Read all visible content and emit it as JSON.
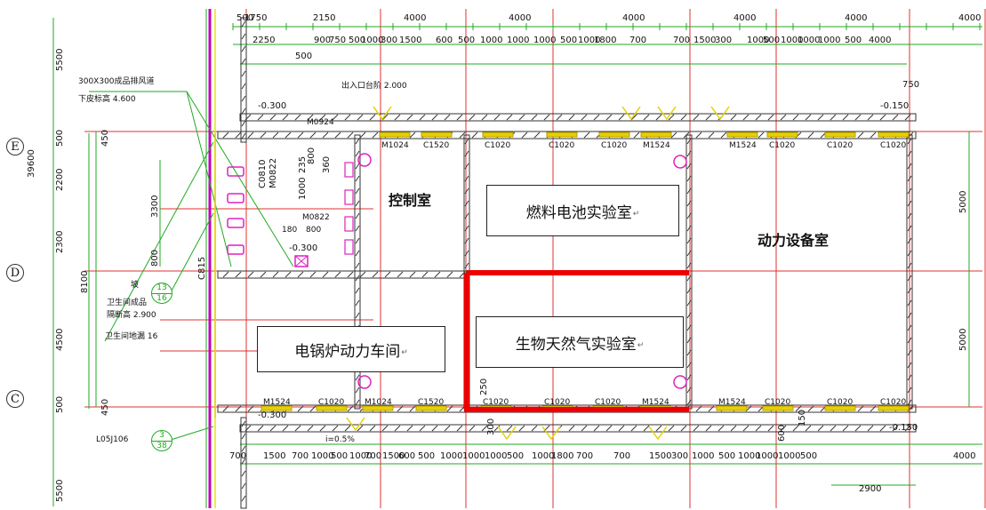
{
  "drawing": {
    "rooms": {
      "control": "控制室",
      "fuel_cell": "燃料电池实验室",
      "power_equipment": "动力设备室",
      "boiler": "电锅炉动力车间",
      "biogas": "生物天然气实验室"
    },
    "axes": {
      "e": "E",
      "d": "D",
      "c": "C"
    },
    "top_dims_row1": [
      "500",
      "1750",
      "2150",
      "4000",
      "4000",
      "4000",
      "4000",
      "4000",
      "4000"
    ],
    "top_dims_row2": [
      "2250",
      "900",
      "750",
      "500",
      "1000",
      "300",
      "1500",
      "600",
      "500",
      "1000",
      "1000",
      "1000",
      "500",
      "1000",
      "1800",
      "700",
      "700",
      "1500",
      "300",
      "1000",
      "500",
      "1000",
      "1000",
      "1000",
      "500",
      "4000"
    ],
    "top_dim_extra": "500",
    "bottom_dims": [
      "700",
      "1500",
      "700",
      "1000",
      "500",
      "1000",
      "700",
      "1500",
      "600",
      "500",
      "1000",
      "1000",
      "1000",
      "500",
      "1000",
      "1800",
      "700",
      "700",
      "1500",
      "300",
      "1000",
      "500",
      "1000",
      "1000",
      "1000",
      "500",
      "4000"
    ],
    "bottom_extra_dim": "2900",
    "left_dims": {
      "top": "5500",
      "total": "39600",
      "e_gap": "500",
      "e_gap2": "450",
      "d1": "2200",
      "d2": "2300",
      "sub": "3300",
      "sub2": "800",
      "mid_total": "8100",
      "c_span": "4500",
      "c_gap": "500",
      "c_gap2": "450",
      "bottom": "5500"
    },
    "right_dims": {
      "upper": "5000",
      "lower": "5000"
    },
    "top_right_dim": "750",
    "elevations": {
      "top_left": "-0.300",
      "top_right": "-0.150",
      "toilet": "-0.300",
      "bottom_left": "-0.300",
      "bottom_right": "-0.150"
    },
    "windows_top": [
      "M1024",
      "C1520",
      "C1020",
      "C1020",
      "C1020",
      "M1524",
      "M1524",
      "C1020",
      "C1020",
      "C1020"
    ],
    "windows_bottom": [
      "M1524",
      "C1020",
      "M1024",
      "C1520",
      "C1020",
      "C1020",
      "C1020",
      "M1524",
      "M1524",
      "C1020",
      "C1020",
      "C1020"
    ],
    "door_top": "M0924",
    "toilet_tags": [
      "C0810",
      "M0822",
      "1000",
      "800",
      "235",
      "360",
      "M0822",
      "180",
      "800"
    ],
    "interior_dims": [
      "250",
      "300",
      "600",
      "150"
    ],
    "annotations": {
      "shaft_title": "300X300成品排风道",
      "shaft_elev": "下皮标高 4.600",
      "stair": "出入口台阶  2.000",
      "slope": "i=0.5%",
      "toilet_a": "卫生间成品",
      "toilet_b": "隔断高 2.900",
      "drain": "卫生间地漏    16",
      "fall": "坡",
      "c815": "C815",
      "ref1_top": "13",
      "ref1_bottom": "16",
      "ref2_left": "L05J106",
      "ref2_top": "3",
      "ref2_bottom": "38"
    }
  }
}
